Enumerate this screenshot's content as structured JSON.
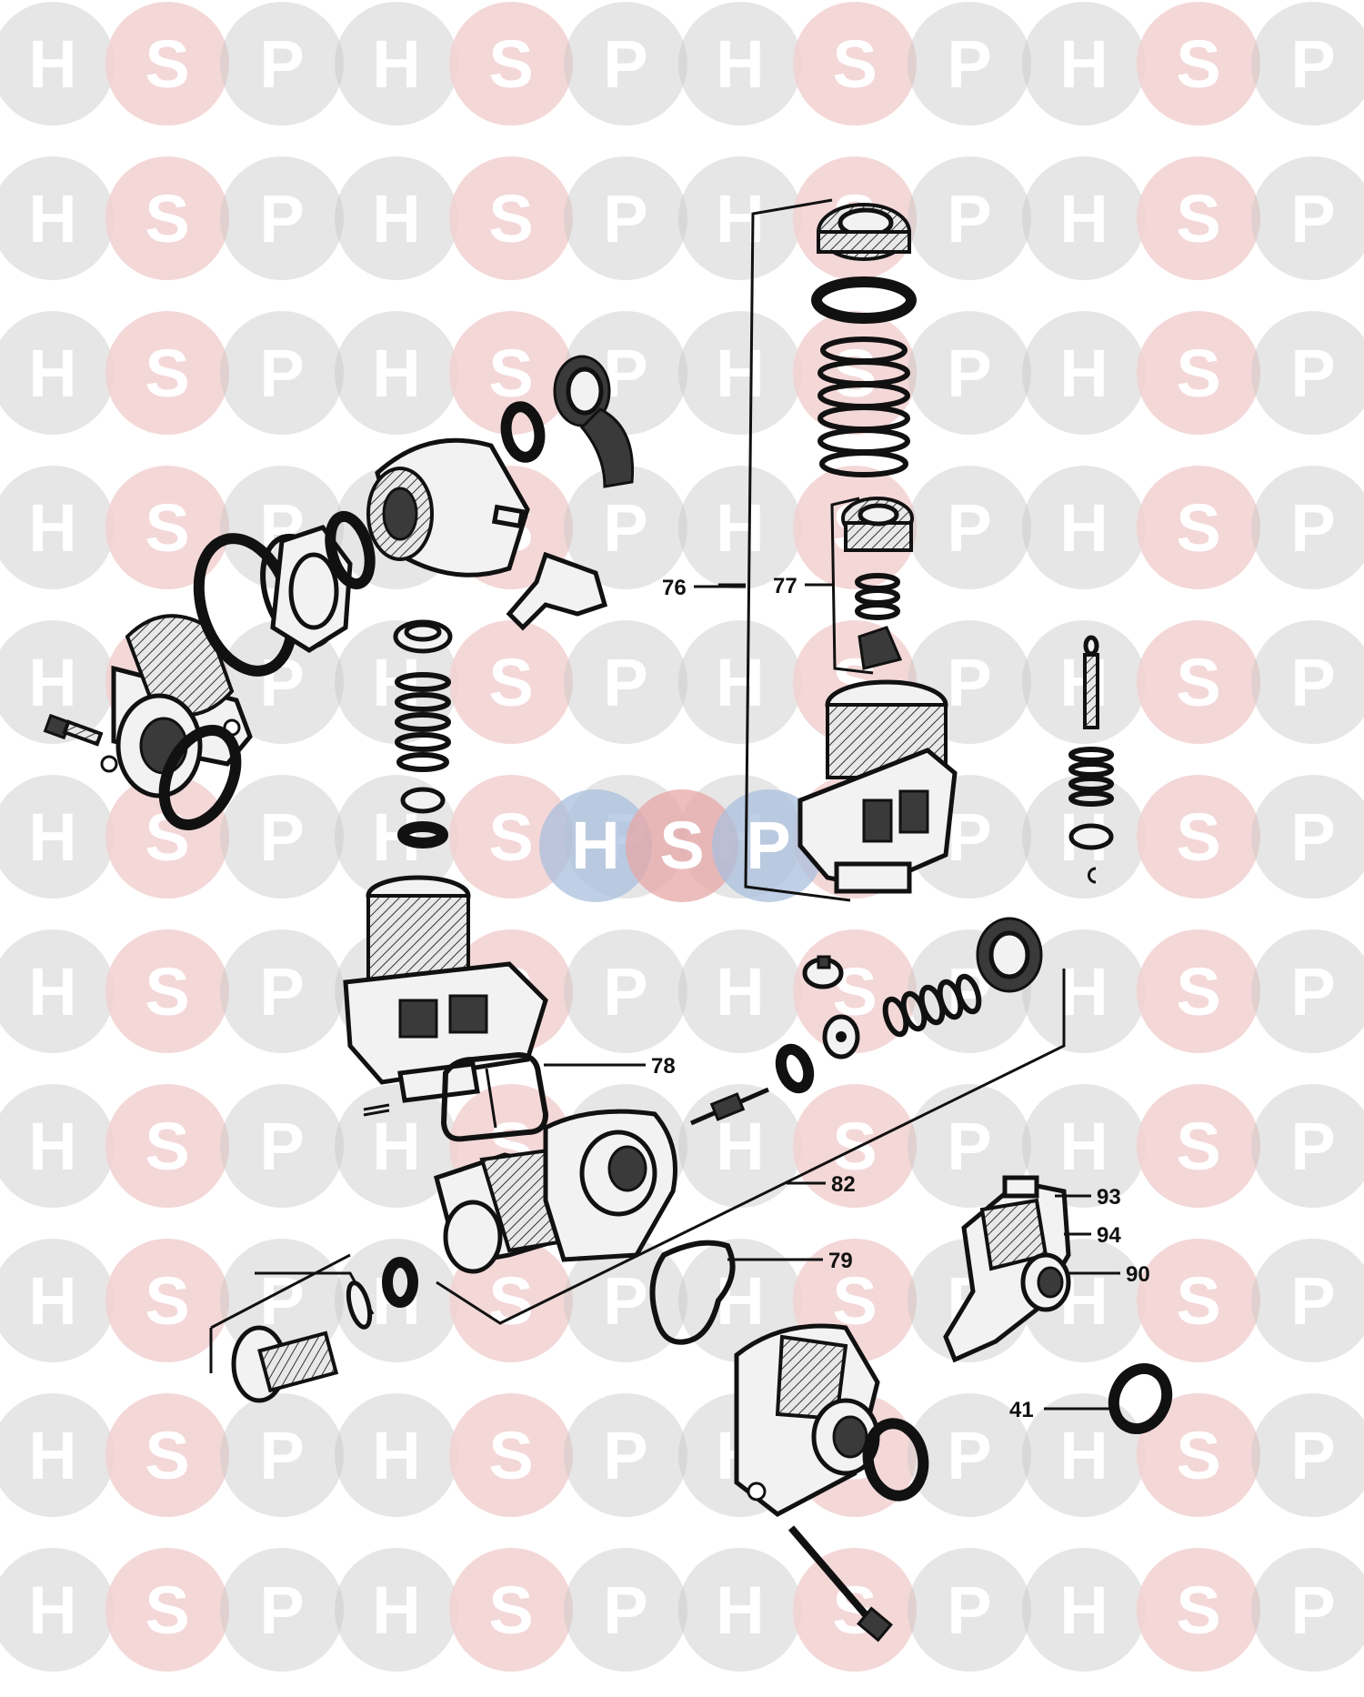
{
  "watermark": {
    "letters": [
      "H",
      "S",
      "P"
    ],
    "colors": {
      "H": "#c8c8c8",
      "S": "#f2d0d0",
      "P": "#c8c8c8",
      "center_H": "#a9bfdc",
      "center_S": "#e7a7a7"
    },
    "letter_color": "#ffffff"
  },
  "callouts": {
    "c76": "76",
    "c77": "77",
    "c78": "78",
    "c82": "82",
    "c79": "79",
    "c93": "93",
    "c94": "94",
    "c90": "90",
    "c41": "41"
  }
}
